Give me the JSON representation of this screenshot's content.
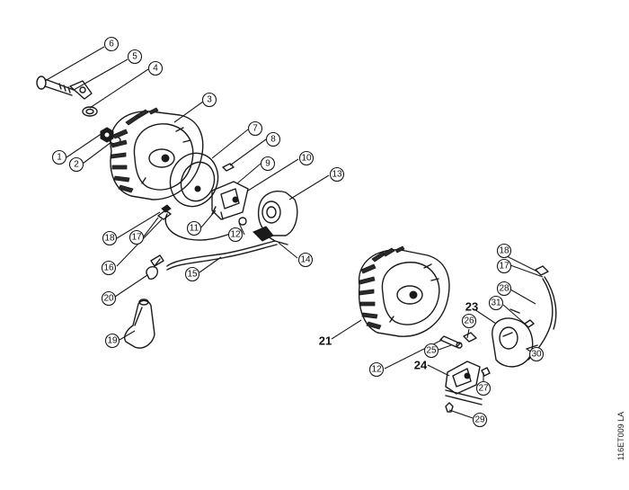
{
  "callouts": {
    "c1": "1",
    "c2": "2",
    "c3": "3",
    "c4": "4",
    "c5": "5",
    "c6": "6",
    "c7": "7",
    "c8": "8",
    "c9": "9",
    "c10": "10",
    "c11": "11",
    "c12a": "12",
    "c13": "13",
    "c14": "14",
    "c15": "15",
    "c16": "16",
    "c17a": "17",
    "c18a": "18",
    "c19": "19",
    "c20": "20",
    "c17b": "17",
    "c18b": "18",
    "c28": "28",
    "c31": "31",
    "c26": "26",
    "c30": "30",
    "c25": "25",
    "c12b": "12",
    "c27": "27",
    "c29": "29"
  },
  "assembly_labels": {
    "a21": "21",
    "a23": "23",
    "a24": "24"
  },
  "drawing_code": "116ET009 LA"
}
